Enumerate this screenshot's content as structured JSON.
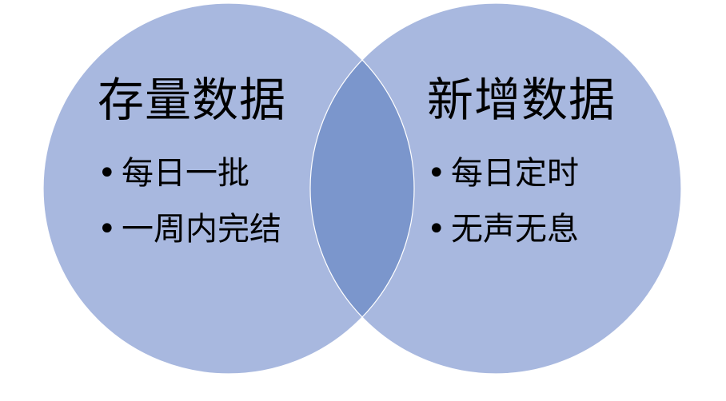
{
  "diagram": {
    "colors": {
      "circle_fill": "#a8b8df",
      "overlap_fill": "#7b96cc",
      "circle_edge": "#ffffff"
    },
    "left_set": {
      "title": "存量数据",
      "items": [
        {
          "bullet": "•",
          "label": "每日一批"
        },
        {
          "bullet": "•",
          "label": "一周内完结"
        }
      ]
    },
    "right_set": {
      "title": "新增数据",
      "items": [
        {
          "bullet": "•",
          "label": "每日定时"
        },
        {
          "bullet": "•",
          "label": "无声无息"
        }
      ]
    }
  }
}
